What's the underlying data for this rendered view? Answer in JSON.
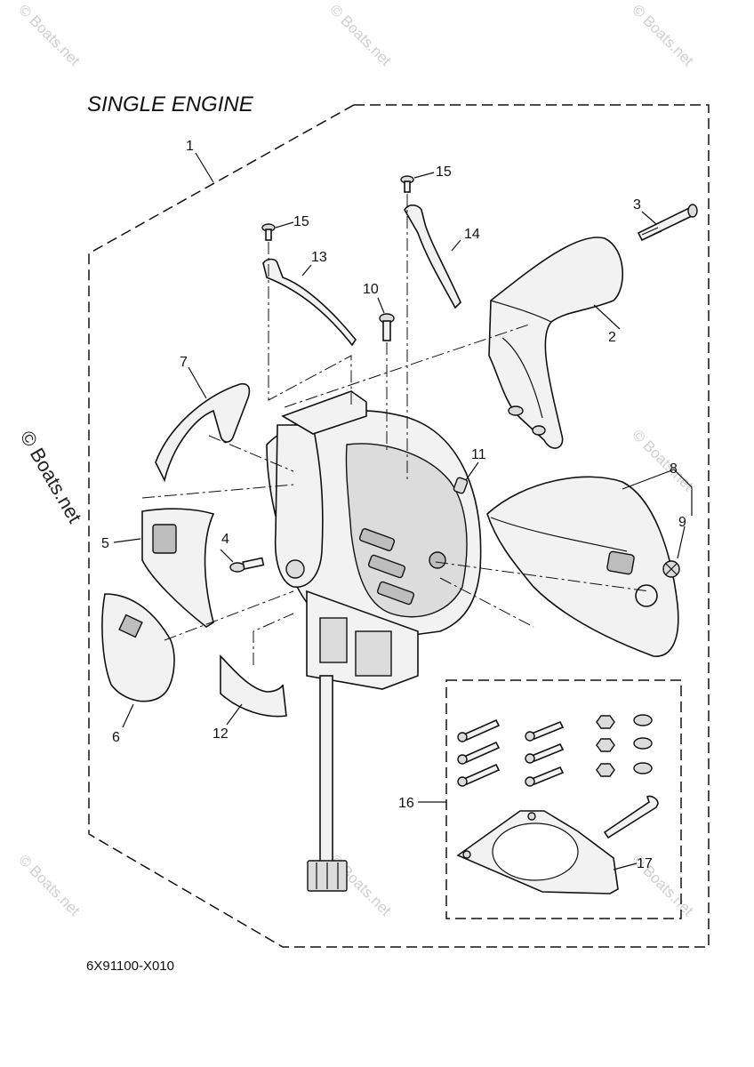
{
  "title": "SINGLE ENGINE",
  "diagram_code": "6X91100-X010",
  "watermark": "© Boats.net",
  "callouts": [
    "1",
    "2",
    "3",
    "4",
    "5",
    "6",
    "7",
    "8",
    "9",
    "10",
    "11",
    "12",
    "13",
    "14",
    "15",
    "15",
    "16",
    "17"
  ],
  "icons": {
    "wm": "watermark-text",
    "parts": "remote-control-box-parts"
  }
}
